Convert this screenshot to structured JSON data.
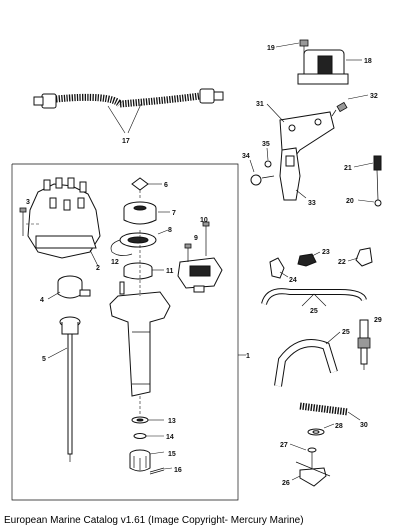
{
  "caption": "European Marine Catalog v1.61 (Image Copyright- Mercury Marine)",
  "callouts": {
    "c1": "1",
    "c2": "2",
    "c3": "3",
    "c4": "4",
    "c5": "5",
    "c6": "6",
    "c7": "7",
    "c8": "8",
    "c9": "9",
    "c10": "10",
    "c11": "11",
    "c12": "12",
    "c13": "13",
    "c14": "14",
    "c15": "15",
    "c16": "16",
    "c17": "17",
    "c18": "18",
    "c19": "19",
    "c20": "20",
    "c21": "21",
    "c22": "22",
    "c23": "23",
    "c24": "24",
    "c25": "25",
    "c25b": "25",
    "c26": "26",
    "c27": "27",
    "c28": "28",
    "c29": "29",
    "c30": "30",
    "c31": "31",
    "c32": "32",
    "c33": "33",
    "c34": "34",
    "c35": "35"
  }
}
